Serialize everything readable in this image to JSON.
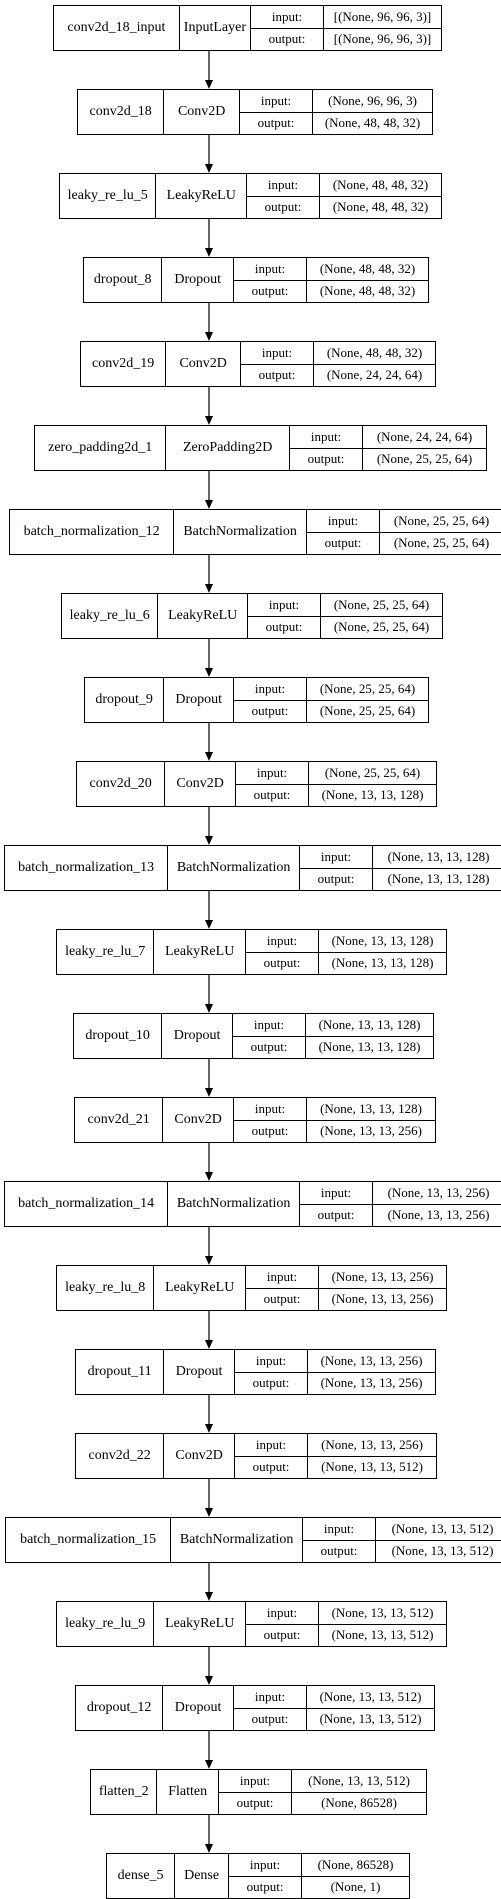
{
  "diagram": {
    "input_label": "input:",
    "output_label": "output:",
    "layers": [
      {
        "name": "conv2d_18_input",
        "type": "InputLayer",
        "input": "[(None, 96, 96, 3)]",
        "output": "[(None, 96, 96, 3)]"
      },
      {
        "name": "conv2d_18",
        "type": "Conv2D",
        "input": "(None, 96, 96, 3)",
        "output": "(None, 48, 48, 32)"
      },
      {
        "name": "leaky_re_lu_5",
        "type": "LeakyReLU",
        "input": "(None, 48, 48, 32)",
        "output": "(None, 48, 48, 32)"
      },
      {
        "name": "dropout_8",
        "type": "Dropout",
        "input": "(None, 48, 48, 32)",
        "output": "(None, 48, 48, 32)"
      },
      {
        "name": "conv2d_19",
        "type": "Conv2D",
        "input": "(None, 48, 48, 32)",
        "output": "(None, 24, 24, 64)"
      },
      {
        "name": "zero_padding2d_1",
        "type": "ZeroPadding2D",
        "input": "(None, 24, 24, 64)",
        "output": "(None, 25, 25, 64)"
      },
      {
        "name": "batch_normalization_12",
        "type": "BatchNormalization",
        "input": "(None, 25, 25, 64)",
        "output": "(None, 25, 25, 64)"
      },
      {
        "name": "leaky_re_lu_6",
        "type": "LeakyReLU",
        "input": "(None, 25, 25, 64)",
        "output": "(None, 25, 25, 64)"
      },
      {
        "name": "dropout_9",
        "type": "Dropout",
        "input": "(None, 25, 25, 64)",
        "output": "(None, 25, 25, 64)"
      },
      {
        "name": "conv2d_20",
        "type": "Conv2D",
        "input": "(None, 25, 25, 64)",
        "output": "(None, 13, 13, 128)"
      },
      {
        "name": "batch_normalization_13",
        "type": "BatchNormalization",
        "input": "(None, 13, 13, 128)",
        "output": "(None, 13, 13, 128)"
      },
      {
        "name": "leaky_re_lu_7",
        "type": "LeakyReLU",
        "input": "(None, 13, 13, 128)",
        "output": "(None, 13, 13, 128)"
      },
      {
        "name": "dropout_10",
        "type": "Dropout",
        "input": "(None, 13, 13, 128)",
        "output": "(None, 13, 13, 128)"
      },
      {
        "name": "conv2d_21",
        "type": "Conv2D",
        "input": "(None, 13, 13, 128)",
        "output": "(None, 13, 13, 256)"
      },
      {
        "name": "batch_normalization_14",
        "type": "BatchNormalization",
        "input": "(None, 13, 13, 256)",
        "output": "(None, 13, 13, 256)"
      },
      {
        "name": "leaky_re_lu_8",
        "type": "LeakyReLU",
        "input": "(None, 13, 13, 256)",
        "output": "(None, 13, 13, 256)"
      },
      {
        "name": "dropout_11",
        "type": "Dropout",
        "input": "(None, 13, 13, 256)",
        "output": "(None, 13, 13, 256)"
      },
      {
        "name": "conv2d_22",
        "type": "Conv2D",
        "input": "(None, 13, 13, 256)",
        "output": "(None, 13, 13, 512)"
      },
      {
        "name": "batch_normalization_15",
        "type": "BatchNormalization",
        "input": "(None, 13, 13, 512)",
        "output": "(None, 13, 13, 512)"
      },
      {
        "name": "leaky_re_lu_9",
        "type": "LeakyReLU",
        "input": "(None, 13, 13, 512)",
        "output": "(None, 13, 13, 512)"
      },
      {
        "name": "dropout_12",
        "type": "Dropout",
        "input": "(None, 13, 13, 512)",
        "output": "(None, 13, 13, 512)"
      },
      {
        "name": "flatten_2",
        "type": "Flatten",
        "input": "(None, 13, 13, 512)",
        "output": "(None, 86528)"
      },
      {
        "name": "dense_5",
        "type": "Dense",
        "input": "(None, 86528)",
        "output": "(None, 1)"
      }
    ]
  }
}
